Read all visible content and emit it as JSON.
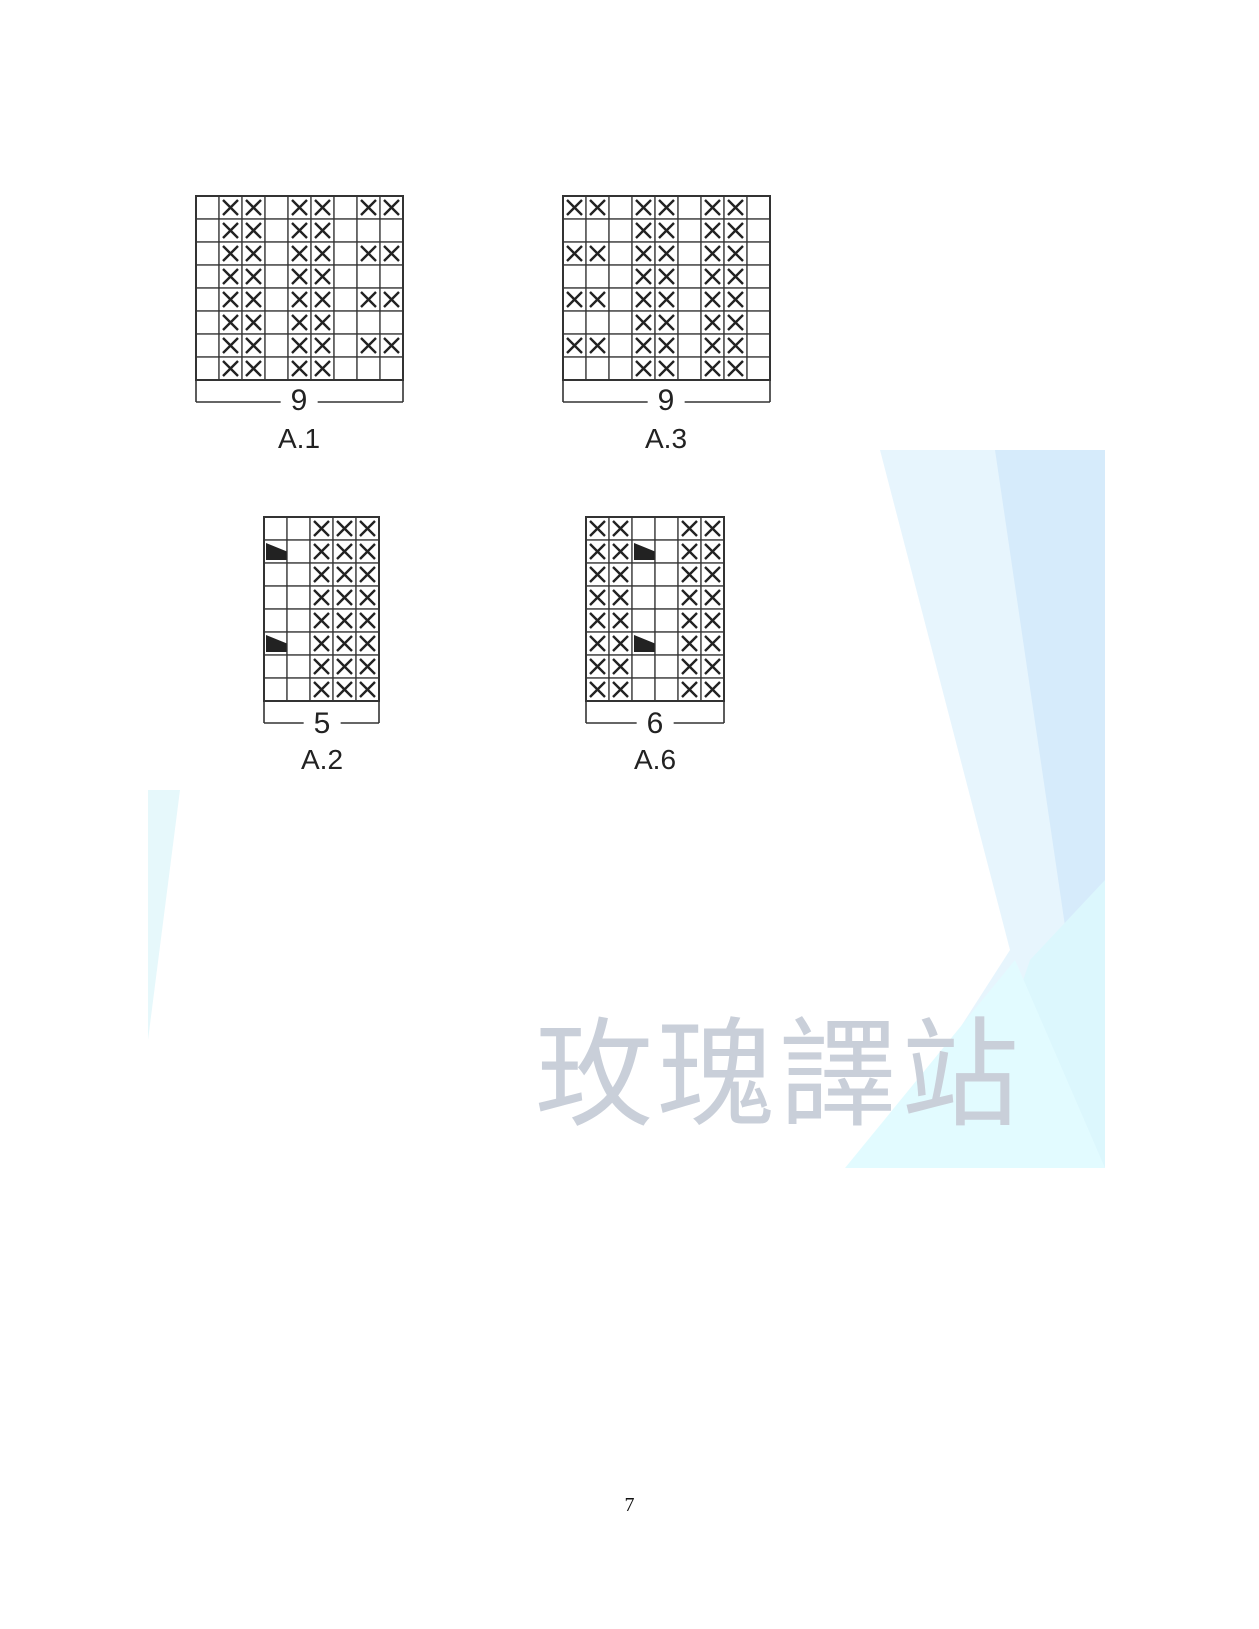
{
  "charts": [
    {
      "name": "A.1",
      "width_label": "9",
      "grid": [
        "-XX-XX-XX",
        "-XX-XX---",
        "-XX-XX-XX",
        "-XX-XX---",
        "-XX-XX-XX",
        "-XX-XX---",
        "-XX-XX-XX",
        "-XX-XX---"
      ]
    },
    {
      "name": "A.3",
      "width_label": "9",
      "grid": [
        "XX-XX-XX-",
        "---XX-XX-",
        "XX-XX-XX-",
        "---XX-XX-",
        "XX-XX-XX-",
        "---XX-XX-",
        "XX-XX-XX-",
        "---XX-XX-"
      ]
    },
    {
      "name": "A.2",
      "width_label": "5",
      "grid": [
        "--XXX",
        "T-XXX",
        "--XXX",
        "--XXX",
        "--XXX",
        "T-XXX",
        "--XXX",
        "--XXX"
      ]
    },
    {
      "name": "A.6",
      "width_label": "6",
      "grid": [
        "XX--XX",
        "XXT-XX",
        "XX--XX",
        "XX--XX",
        "XX--XX",
        "XXT-XX",
        "XX--XX",
        "XX--XX"
      ]
    }
  ],
  "watermark": "玫瑰譯站",
  "page_number": "7",
  "colors": {
    "grid_line": "#333333",
    "symbol": "#222222",
    "watermark": "#c9cfd9",
    "background_blue": "#d8ecfb",
    "background_cyan": "#dffaff"
  },
  "legend_symbols": {
    "X": "cross-stitch-symbol",
    "T": "dark-triangle-symbol",
    "-": "blank-square"
  }
}
